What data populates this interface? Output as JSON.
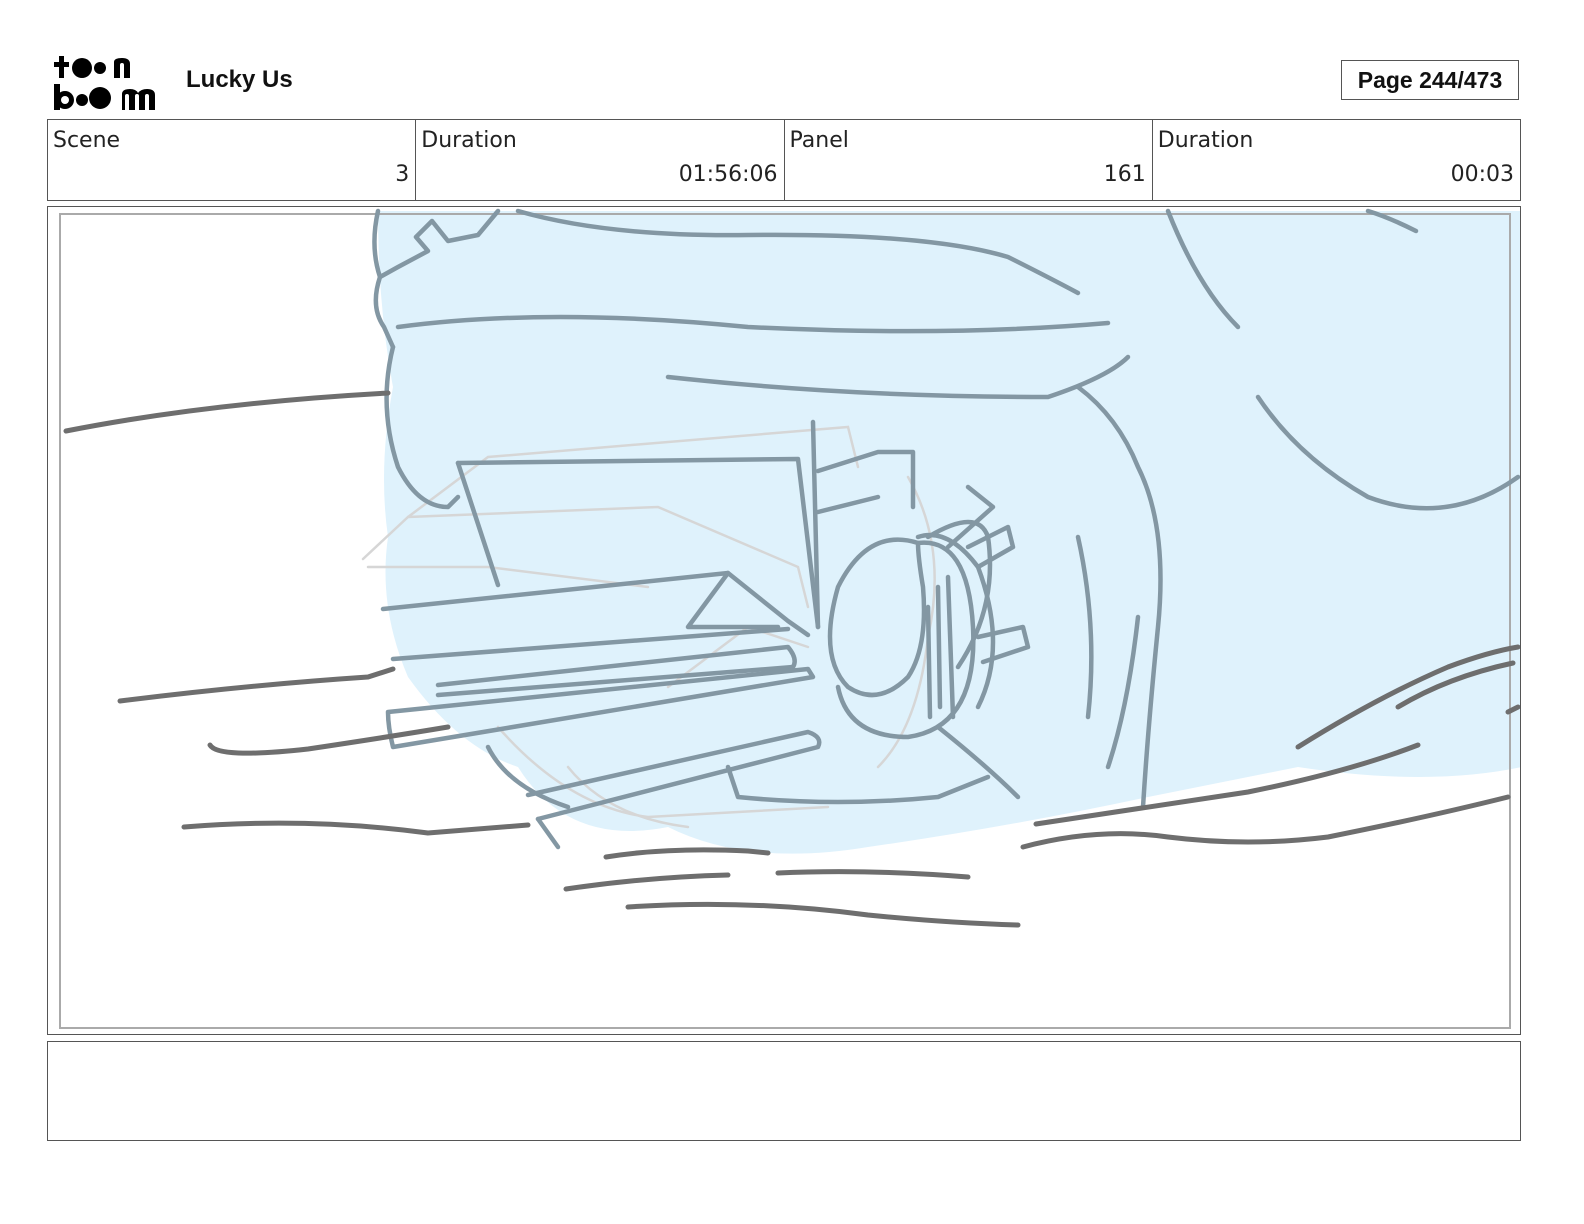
{
  "header": {
    "project_title": "Lucky Us",
    "page_label": "Page 244/473"
  },
  "logo": {
    "icon": "toon-boom-logo",
    "text": "toon boom"
  },
  "info": [
    {
      "label": "Scene",
      "value": "3"
    },
    {
      "label": "Duration",
      "value": "01:56:06"
    },
    {
      "label": "Panel",
      "value": "161"
    },
    {
      "label": "Duration",
      "value": "00:03"
    }
  ],
  "panel": {
    "sketch_fill_color": "#dff2fc",
    "sketch_line_color": "#8397a3",
    "ground_line_color": "#6e6e6e",
    "safe_frame_color": "#aaaaaa"
  },
  "notes": {
    "text": ""
  }
}
